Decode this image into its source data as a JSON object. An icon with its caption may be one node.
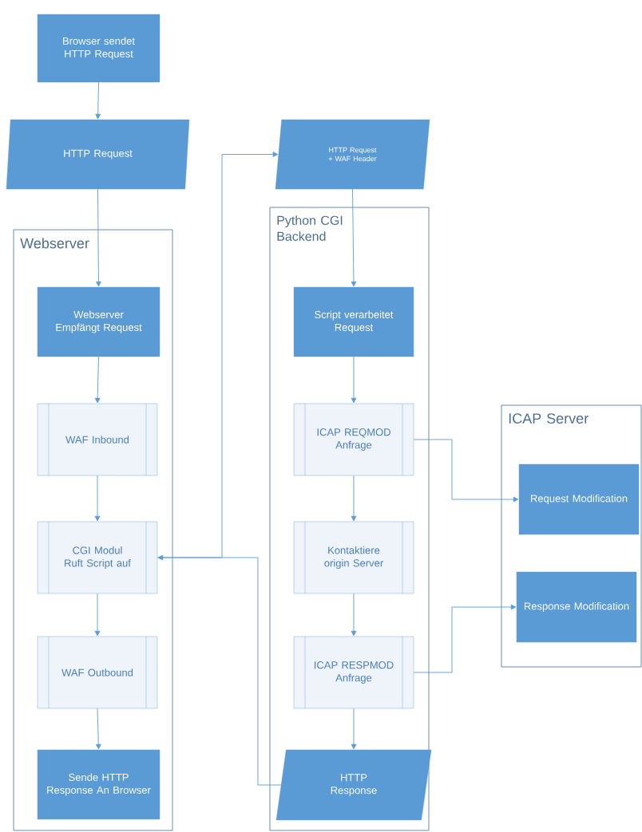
{
  "diagram": {
    "nodes": [
      {
        "text": [
          "Browser sendet HTTP Request"
        ]
      },
      {
        "text": [
          "HTTP Request"
        ]
      },
      {
        "text": [
          "HTTP Request + WAF Header"
        ]
      },
      {
        "text": [
          "Webserver"
        ]
      },
      {
        "text": [
          "Webserver Empfängt Request"
        ],
        "in": 3
      },
      {
        "text": [
          "WAF Inbound"
        ],
        "in": 3
      },
      {
        "text": [
          "CGI Modul Ruft Script auf"
        ],
        "in": 3
      },
      {
        "text": [
          "WAF Outbound"
        ],
        "in": 3
      },
      {
        "text": [
          "Sende HTTP Response An Browser"
        ],
        "in": 3
      },
      {
        "text": [
          "Python CGI Backend"
        ]
      },
      {
        "text": [
          "Script verarbeitet Request"
        ],
        "in": 9
      },
      {
        "text": [
          "ICAP REQMOD Anfrage"
        ],
        "in": 9
      },
      {
        "text": [
          "Kontaktiere origin Server"
        ],
        "in": 9
      },
      {
        "text": [
          "ICAP RESPMOD Anfrage"
        ],
        "in": 9
      },
      {
        "text": [
          "HTTP Response"
        ],
        "in": 9
      },
      {
        "text": [
          "ICAP Server"
        ]
      },
      {
        "text": [
          "Request Modification"
        ],
        "in": 15
      },
      {
        "text": [
          "Response Modification"
        ],
        "in": 15
      }
    ],
    "edges": [
      {
        "from": 0,
        "to": 1,
        "arrow": "to"
      },
      {
        "from": 1,
        "to": 4,
        "arrow": "to"
      },
      {
        "from": 4,
        "to": 5,
        "arrow": "to"
      },
      {
        "from": 5,
        "to": 6,
        "arrow": "to"
      },
      {
        "from": 6,
        "to": 7,
        "arrow": "to"
      },
      {
        "from": 7,
        "to": 8,
        "arrow": "to"
      },
      {
        "from": 6,
        "to": 2,
        "arrow": "to"
      },
      {
        "from": 2,
        "to": 10,
        "arrow": "to"
      },
      {
        "from": 10,
        "to": 11,
        "arrow": "to"
      },
      {
        "from": 11,
        "to": 12,
        "arrow": "to"
      },
      {
        "from": 12,
        "to": 13,
        "arrow": "to"
      },
      {
        "from": 13,
        "to": 14,
        "arrow": "to"
      },
      {
        "from": 14,
        "to": 6,
        "arrow": "to"
      },
      {
        "from": 11,
        "to": 16,
        "arrow": "to"
      },
      {
        "from": 13,
        "to": 17,
        "arrow": "to"
      }
    ]
  }
}
